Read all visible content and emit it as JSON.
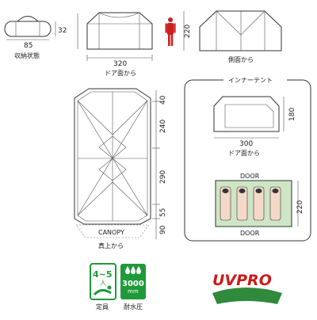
{
  "labels": {
    "bag_caption": "収納状態",
    "door_view": "ドア面から",
    "side_view": "側面から",
    "top_view": "真上から",
    "inner_tent_title": "インナーテント",
    "inner_door_view": "ドア面から",
    "canopy": "CANOPY",
    "door_top": "DOOR",
    "door_bottom": "DOOR",
    "capacity_caption": "定員",
    "water_caption": "耐水圧",
    "capacity_value": "4~5",
    "capacity_unit": "人",
    "water_value": "3000",
    "water_unit": "mm",
    "uvpro": "UVPRO"
  },
  "dimensions": {
    "bag_width": "85",
    "bag_height": "32",
    "front_height": "220",
    "front_width": "320",
    "top_40": "40",
    "top_240": "240",
    "top_290": "290",
    "top_55": "55",
    "top_90": "90",
    "inner_height": "180",
    "inner_width": "300",
    "floor_depth": "220"
  },
  "colors": {
    "line": "#333333",
    "uv_red": "#cc1a1a",
    "uv_green": "#2f8a3c",
    "badge_green": "#1f9a3a",
    "floor_green": "#cfe6c6",
    "mat": "#f5d9c8",
    "person_red": "#cc2020"
  }
}
